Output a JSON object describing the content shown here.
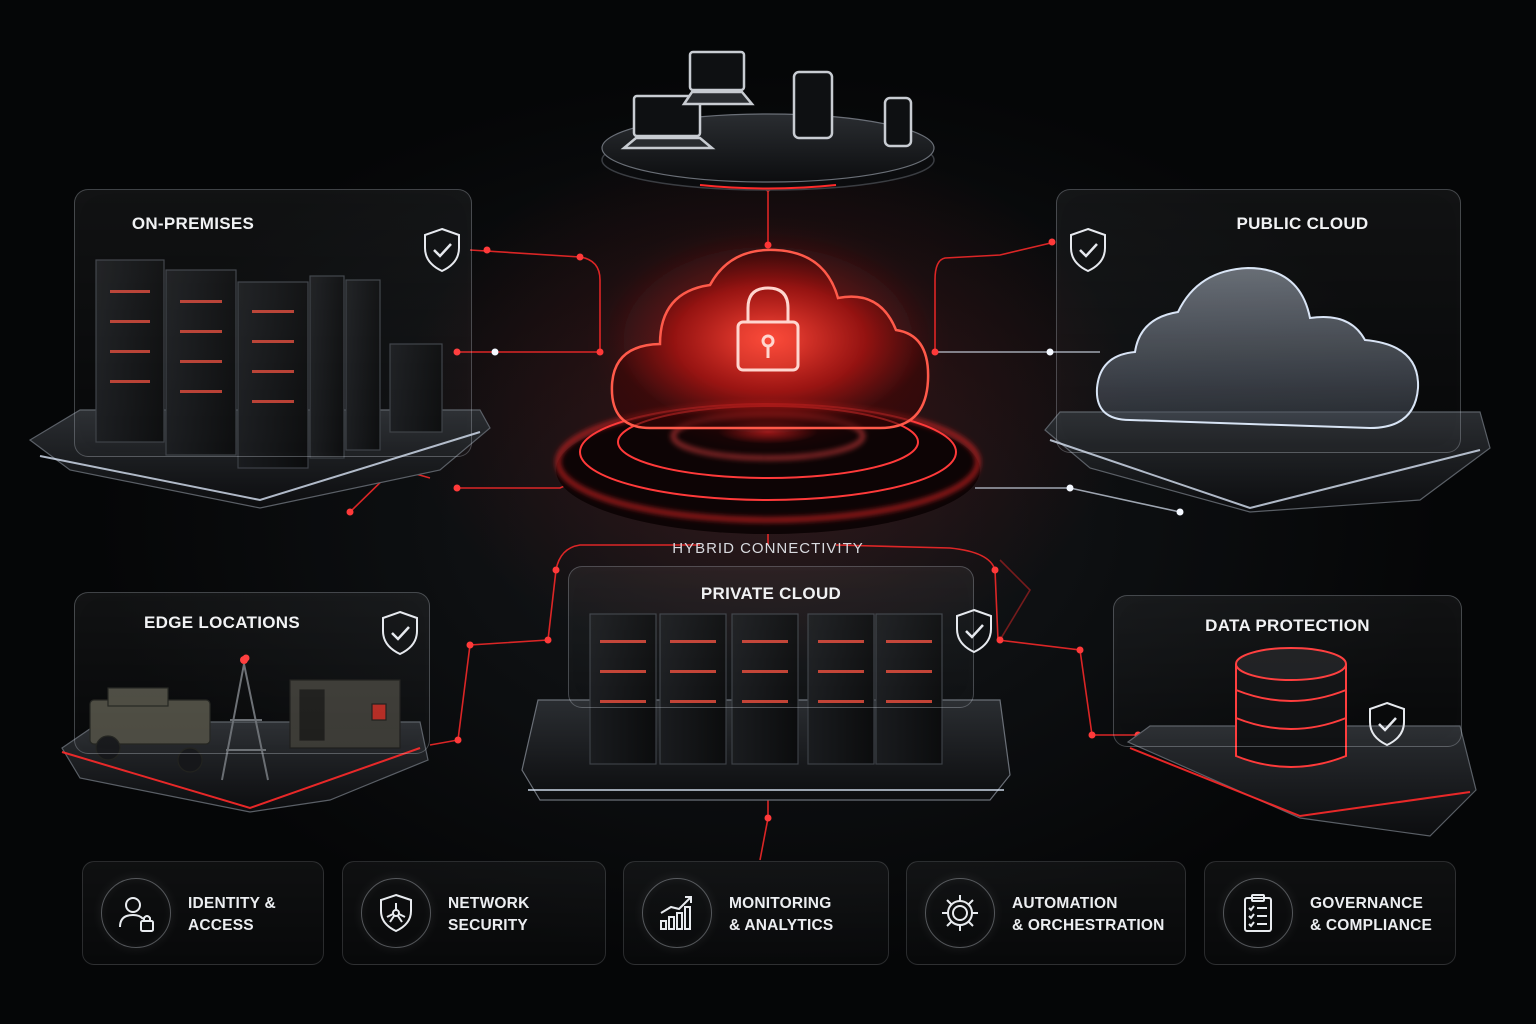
{
  "panels": {
    "on_premises": "ON-PREMISES",
    "public_cloud": "PUBLIC CLOUD",
    "edge_locations": "EDGE LOCATIONS",
    "private_cloud": "PRIVATE CLOUD",
    "data_protection": "DATA PROTECTION"
  },
  "hybrid_connectivity": "HYBRID CONNECTIVITY",
  "capabilities": [
    {
      "line1": "IDENTITY &",
      "line2": "ACCESS",
      "icon": "user-lock-icon"
    },
    {
      "line1": "NETWORK",
      "line2": "SECURITY",
      "icon": "shield-network-icon"
    },
    {
      "line1": "MONITORING",
      "line2": "& ANALYTICS",
      "icon": "bar-chart-icon"
    },
    {
      "line1": "AUTOMATION",
      "line2": "& ORCHESTRATION",
      "icon": "gear-icon"
    },
    {
      "line1": "GOVERNANCE",
      "line2": "& COMPLIANCE",
      "icon": "clipboard-checklist-icon"
    }
  ],
  "colors": {
    "accent_red": "#ff2a2a",
    "glow_white": "#e8f0ff",
    "background": "#060708"
  }
}
